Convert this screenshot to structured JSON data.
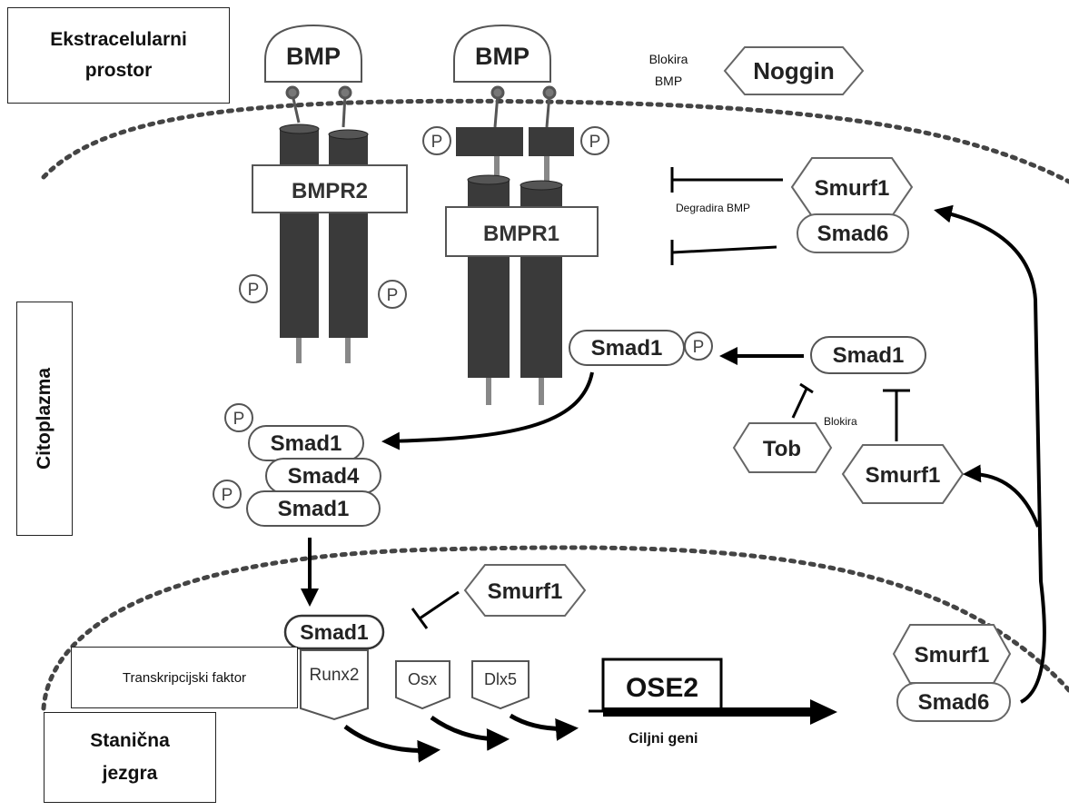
{
  "regions": {
    "extracellular": [
      "Ekstracelularni",
      "prostor"
    ],
    "cytoplasm": "Citoplazma",
    "nucleus": [
      "Stanična",
      "jezgra"
    ]
  },
  "ligands": {
    "bmp_left": "BMP",
    "bmp_right": "BMP"
  },
  "receptors": {
    "type2": "BMPR2",
    "type1": "BMPR1"
  },
  "phospho": "P",
  "noggin": {
    "name": "Noggin",
    "note": [
      "Blokira",
      "BMP"
    ]
  },
  "inhibitor_complex_top": {
    "smurf1": "Smurf1",
    "smad6": "Smad6",
    "note": "Degradira BMP"
  },
  "smad1_receptor": "Smad1",
  "smad1_free": "Smad1",
  "tob": "Tob",
  "smurf1_cyto": "Smurf1",
  "blokira_note": "Blokira",
  "smad_complex": {
    "smad1_top": "Smad1",
    "smad4": "Smad4",
    "smad1_bottom": "Smad1"
  },
  "smurf1_nuclear": "Smurf1",
  "nuclear_smad1": "Smad1",
  "transcription_factors": {
    "label": "Transkripcijski faktor",
    "runx2": "Runx2",
    "osx": "Osx",
    "dlx5": "Dlx5"
  },
  "promoter": "OSE2",
  "target_genes": "Ciljni geni",
  "inhibitor_complex_nuclear": {
    "smurf1": "Smurf1",
    "smad6": "Smad6"
  },
  "colors": {
    "receptor": "#3a3a3a",
    "stroke": "#555555",
    "arrow": "#000000",
    "membrane": "#444444"
  }
}
